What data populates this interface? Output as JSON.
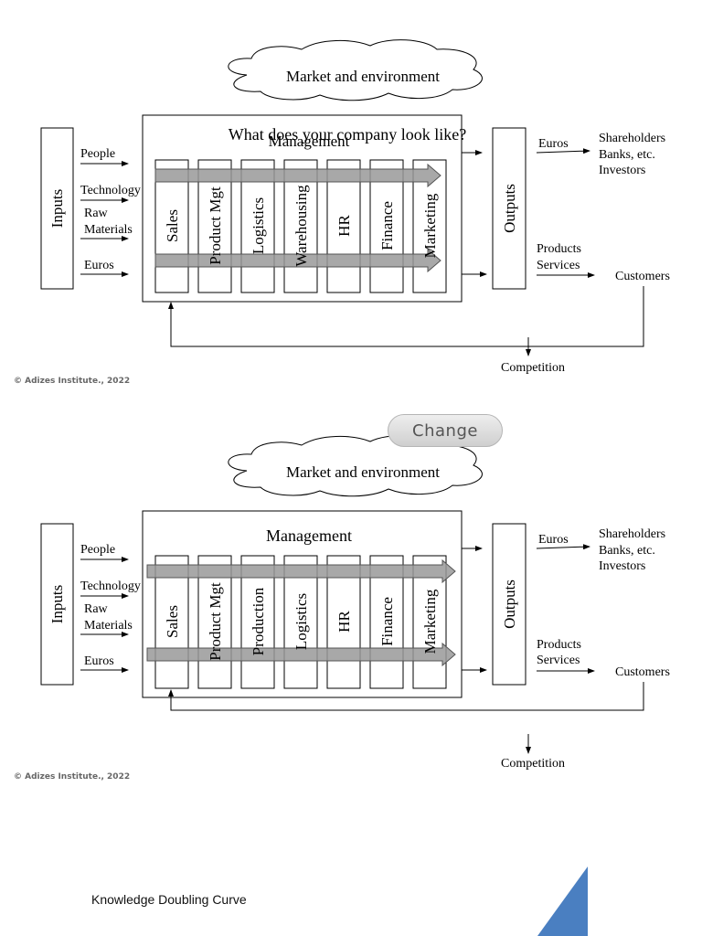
{
  "diagram1": {
    "cloud": "Market and environment",
    "overlay_question": "What does your company look like?",
    "management": "Management",
    "inputs": "Inputs",
    "outputs": "Outputs",
    "input_people": "People",
    "input_technology": "Technology",
    "input_raw_1": "Raw",
    "input_raw_2": "Materials",
    "input_euros": "Euros",
    "output_euros": "Euros",
    "stakeholders_1": "Shareholders",
    "stakeholders_2": "Banks, etc.",
    "stakeholders_3": "Investors",
    "products_1": "Products",
    "products_2": "Services",
    "customers": "Customers",
    "competition": "Competition",
    "functions": [
      "Sales",
      "Product Mgt",
      "Logistics",
      "Warehousing",
      "HR",
      "Finance",
      "Marketing"
    ]
  },
  "diagram2": {
    "cloud": "Market and environment",
    "management": "Management",
    "inputs": "Inputs",
    "outputs": "Outputs",
    "input_people": "People",
    "input_technology": "Technology",
    "input_raw_1": "Raw",
    "input_raw_2": "Materials",
    "input_euros": "Euros",
    "output_euros": "Euros",
    "stakeholders_1": "Shareholders",
    "stakeholders_2": "Banks, etc.",
    "stakeholders_3": "Investors",
    "products_1": "Products",
    "products_2": "Services",
    "customers": "Customers",
    "competition": "Competition",
    "functions": [
      "Sales",
      "Product Mgt",
      "Production",
      "Logistics",
      "HR",
      "Finance",
      "Marketing"
    ]
  },
  "copyright": "© Adizes Institute., 2022",
  "change_button": "Change",
  "footer_title": "Knowledge Doubling Curve",
  "colors": {
    "arrow_fill": "#999999",
    "triangle": "#4a7fc1"
  }
}
